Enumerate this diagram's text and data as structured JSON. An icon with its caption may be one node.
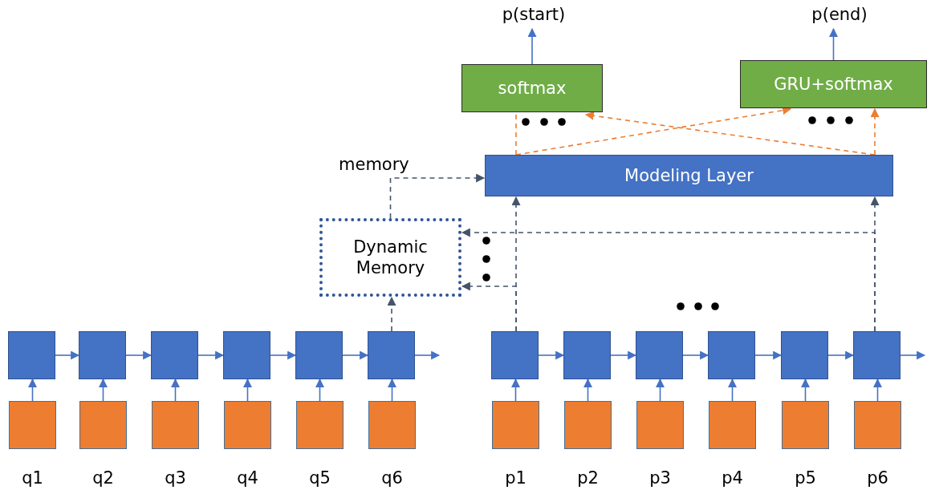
{
  "diagram": {
    "nodes": [
      {
        "text": [
          "p(start)"
        ]
      },
      {
        "text": [
          "p(end)"
        ]
      },
      {
        "text": [
          "softmax"
        ]
      },
      {
        "text": [
          "GRU+softmax"
        ]
      },
      {
        "text": [
          "Modeling Layer"
        ]
      },
      {
        "text": [
          "Dynamic Memory"
        ]
      },
      {
        "text": [],
        "shape": "box"
      },
      {
        "text": [],
        "shape": "box"
      },
      {
        "text": [],
        "shape": "box"
      },
      {
        "text": [],
        "shape": "box"
      },
      {
        "text": [],
        "shape": "box"
      },
      {
        "text": [],
        "shape": "box"
      },
      {
        "text": [],
        "shape": "box",
        "beside": [
          "q1"
        ]
      },
      {
        "text": [],
        "shape": "box",
        "beside": [
          "q2"
        ]
      },
      {
        "text": [],
        "shape": "box",
        "beside": [
          "q3"
        ]
      },
      {
        "text": [],
        "shape": "box",
        "beside": [
          "q4"
        ]
      },
      {
        "text": [],
        "shape": "box",
        "beside": [
          "q5"
        ]
      },
      {
        "text": [],
        "shape": "box",
        "beside": [
          "q6"
        ]
      },
      {
        "text": [],
        "shape": "box"
      },
      {
        "text": [],
        "shape": "box"
      },
      {
        "text": [],
        "shape": "box"
      },
      {
        "text": [],
        "shape": "box"
      },
      {
        "text": [],
        "shape": "box"
      },
      {
        "text": [],
        "shape": "box"
      },
      {
        "text": [],
        "shape": "box",
        "beside": [
          "p1"
        ]
      },
      {
        "text": [],
        "shape": "box",
        "beside": [
          "p2"
        ]
      },
      {
        "text": [],
        "shape": "box",
        "beside": [
          "p3"
        ]
      },
      {
        "text": [],
        "shape": "box",
        "beside": [
          "p4"
        ]
      },
      {
        "text": [],
        "shape": "box",
        "beside": [
          "p5"
        ]
      },
      {
        "text": [],
        "shape": "box",
        "beside": [
          "p6"
        ]
      }
    ],
    "edges": [
      {
        "from": 2,
        "to": 0,
        "arrow": "to"
      },
      {
        "from": 3,
        "to": 1,
        "arrow": "to"
      },
      {
        "from": 4,
        "to": 2,
        "arrow": "none",
        "style": "dashed",
        "color": "#ed7d31"
      },
      {
        "from": 4,
        "to": 3,
        "arrow": "to",
        "style": "dashed",
        "color": "#ed7d31"
      },
      {
        "from": 4,
        "to": 2,
        "arrow": "to",
        "style": "dashed",
        "color": "#ed7d31"
      },
      {
        "from": 4,
        "to": 3,
        "arrow": "to",
        "style": "dashed",
        "color": "#ed7d31"
      },
      {
        "from": 5,
        "to": 4,
        "arrow": "to",
        "label": "memory",
        "style": "dashed",
        "color": "#44546a"
      },
      {
        "from": 18,
        "to": 4,
        "arrow": "to",
        "style": "dashed",
        "color": "#44546a"
      },
      {
        "from": 23,
        "to": 4,
        "arrow": "to",
        "style": "dashed",
        "color": "#44546a"
      },
      {
        "from": 23,
        "to": 5,
        "arrow": "to",
        "style": "dashed",
        "color": "#44546a"
      },
      {
        "from": 18,
        "to": 5,
        "arrow": "to",
        "style": "dashed",
        "color": "#44546a"
      },
      {
        "from": 11,
        "to": 5,
        "arrow": "to",
        "style": "dashed",
        "color": "#44546a"
      },
      {
        "from": 6,
        "to": 7,
        "arrow": "to"
      },
      {
        "from": 7,
        "to": 8,
        "arrow": "to"
      },
      {
        "from": 8,
        "to": 9,
        "arrow": "to"
      },
      {
        "from": 9,
        "to": 10,
        "arrow": "to"
      },
      {
        "from": 10,
        "to": 11,
        "arrow": "to"
      },
      {
        "from": 11,
        "to": null,
        "arrow": "to"
      },
      {
        "from": 18,
        "to": 19,
        "arrow": "to"
      },
      {
        "from": 19,
        "to": 20,
        "arrow": "to"
      },
      {
        "from": 20,
        "to": 21,
        "arrow": "to"
      },
      {
        "from": 21,
        "to": 22,
        "arrow": "to"
      },
      {
        "from": 22,
        "to": 23,
        "arrow": "to"
      },
      {
        "from": 23,
        "to": null,
        "arrow": "to"
      },
      {
        "from": 12,
        "to": 6,
        "arrow": "to"
      },
      {
        "from": 13,
        "to": 7,
        "arrow": "to"
      },
      {
        "from": 14,
        "to": 8,
        "arrow": "to"
      },
      {
        "from": 15,
        "to": 9,
        "arrow": "to"
      },
      {
        "from": 16,
        "to": 10,
        "arrow": "to"
      },
      {
        "from": 17,
        "to": 11,
        "arrow": "to"
      },
      {
        "from": 24,
        "to": 18,
        "arrow": "to"
      },
      {
        "from": 25,
        "to": 19,
        "arrow": "to"
      },
      {
        "from": 26,
        "to": 20,
        "arrow": "to"
      },
      {
        "from": 27,
        "to": 21,
        "arrow": "to"
      },
      {
        "from": 28,
        "to": 22,
        "arrow": "to"
      },
      {
        "from": 29,
        "to": 23,
        "arrow": "to"
      }
    ]
  }
}
